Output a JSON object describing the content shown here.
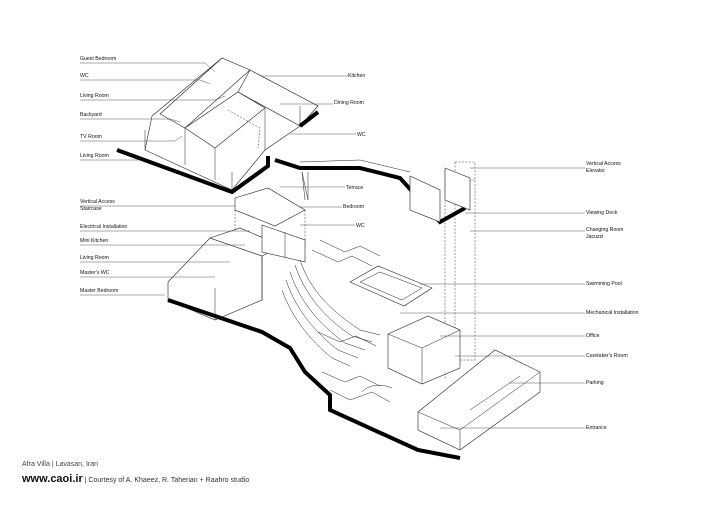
{
  "labels_left": [
    {
      "text": "Guest Bedroom"
    },
    {
      "text": "WC"
    },
    {
      "text": "Living Room"
    },
    {
      "text": "Backyard"
    },
    {
      "text": "TV Room"
    },
    {
      "text": "Living Room"
    },
    {
      "text": "Vertical Access"
    },
    {
      "text": "Staircase"
    },
    {
      "text": "Electrical Installation"
    },
    {
      "text": "Mini Kitchen"
    },
    {
      "text": "Living Room"
    },
    {
      "text": "Master's WC"
    },
    {
      "text": "Master Bedroom"
    }
  ],
  "labels_mid": [
    {
      "text": "Kitchen"
    },
    {
      "text": "Dining Room"
    },
    {
      "text": "WC"
    },
    {
      "text": "Terrace"
    },
    {
      "text": "Bedroom"
    },
    {
      "text": "WC"
    }
  ],
  "labels_right": [
    {
      "text": "Vertical Access"
    },
    {
      "text": "Elevator"
    },
    {
      "text": "Viewing Deck"
    },
    {
      "text": "Changing Room"
    },
    {
      "text": "Jacuzzi"
    },
    {
      "text": "Swimming Pool"
    },
    {
      "text": "Mechanical Installation"
    },
    {
      "text": "Office"
    },
    {
      "text": "Caretaker's Room"
    },
    {
      "text": "Parking"
    },
    {
      "text": "Entrance"
    }
  ],
  "footer": {
    "project": "Afra Villa | Lavasan, Iran",
    "site": "www.caoi.ir",
    "separator": " | ",
    "credit": "Courtesy of A. Khaeez, R. Taherian + Raahro studio"
  }
}
